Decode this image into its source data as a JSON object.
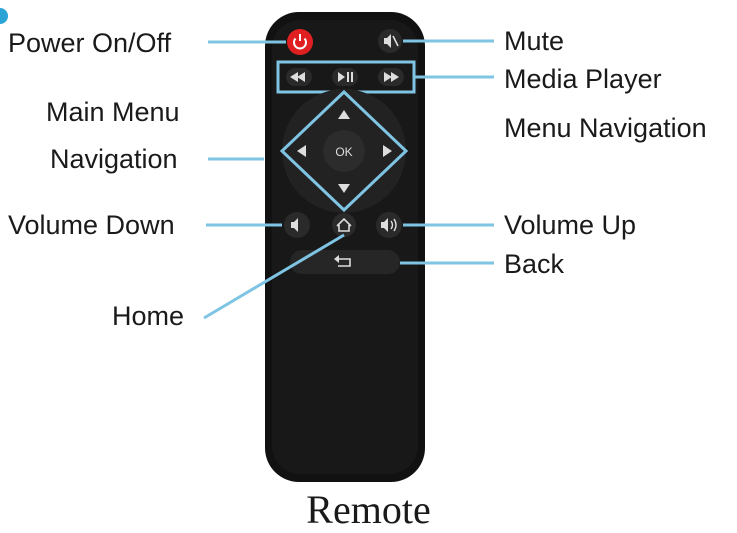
{
  "caption": "Remote",
  "labels": {
    "power": "Power On/Off",
    "main_menu": "Main Menu",
    "navigation": "Navigation",
    "volume_down": "Volume Down",
    "home": "Home",
    "mute": "Mute",
    "media_player": "Media Player",
    "menu_navigation": "Menu Navigation",
    "volume_up": "Volume Up",
    "back": "Back"
  },
  "remote": {
    "ok_label": "OK"
  },
  "colors": {
    "leader_line": "#7fc4e3",
    "remote_body": "#111111",
    "power_button": "#e02020",
    "accent": "#2aa3d6"
  }
}
